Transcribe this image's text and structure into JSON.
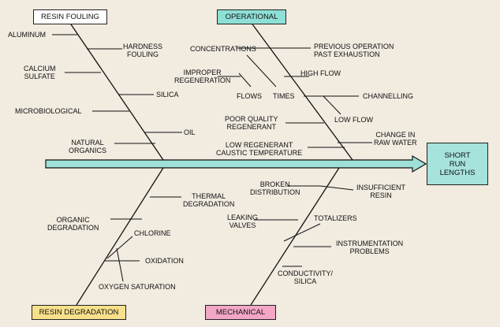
{
  "categories": {
    "resin_fouling": "RESIN FOULING",
    "operational": "OPERATIONAL",
    "resin_degradation": "RESIN DEGRADATION",
    "mechanical": "MECHANICAL"
  },
  "effect": "SHORT\nRUN\nLENGTHS",
  "causes": {
    "resin_fouling": {
      "aluminum": "ALUMINUM",
      "hardness_fouling": "HARDNESS\nFOULING",
      "calcium_sulfate": "CALCIUM\nSULFATE",
      "silica": "SILICA",
      "microbiological": "MICROBIOLOGICAL",
      "oil": "OIL",
      "natural_organics": "NATURAL\nORGANICS"
    },
    "operational": {
      "concentrations": "CONCENTRATIONS",
      "previous_operation": "PREVIOUS OPERATION\nPAST EXHAUSTION",
      "improper_regeneration": "IMPROPER\nREGENERATION",
      "high_flow": "HIGH FLOW",
      "flows": "FLOWS",
      "times": "TIMES",
      "channelling": "CHANNELLING",
      "poor_quality_regenerant": "POOR QUALITY\nREGENERANT",
      "low_flow": "LOW FLOW",
      "low_regenerant": "LOW REGENERANT\nCAUSTIC TEMPERATURE",
      "change_in_raw_water": "CHANGE IN\nRAW WATER"
    },
    "resin_degradation": {
      "thermal_degradation": "THERMAL\nDEGRADATION",
      "organic_degradation": "ORGANIC\nDEGRADATION",
      "chlorine": "CHLORINE",
      "oxidation": "OXIDATION",
      "oxygen_saturation": "OXYGEN SATURATION"
    },
    "mechanical": {
      "broken_distribution": "BROKEN\nDISTRIBUTION",
      "insufficient_resin": "INSUFFICIENT\nRESIN",
      "leaking_valves": "LEAKING\nVALVES",
      "totalizers": "TOTALIZERS",
      "instrumentation_problems": "INSTRUMENTATION\nPROBLEMS",
      "conductivity_silica": "CONDUCTIVITY/\nSILICA"
    }
  },
  "colors": {
    "background": "#f1ebe0",
    "spine_fill": "#9fe0d8",
    "effect_fill": "#a6e3dc",
    "resin_fouling_box": "#ffffff",
    "operational_box": "#8ee0d6",
    "resin_degradation_box": "#f7e08a",
    "mechanical_box": "#f3a6c6",
    "line": "#111111"
  }
}
